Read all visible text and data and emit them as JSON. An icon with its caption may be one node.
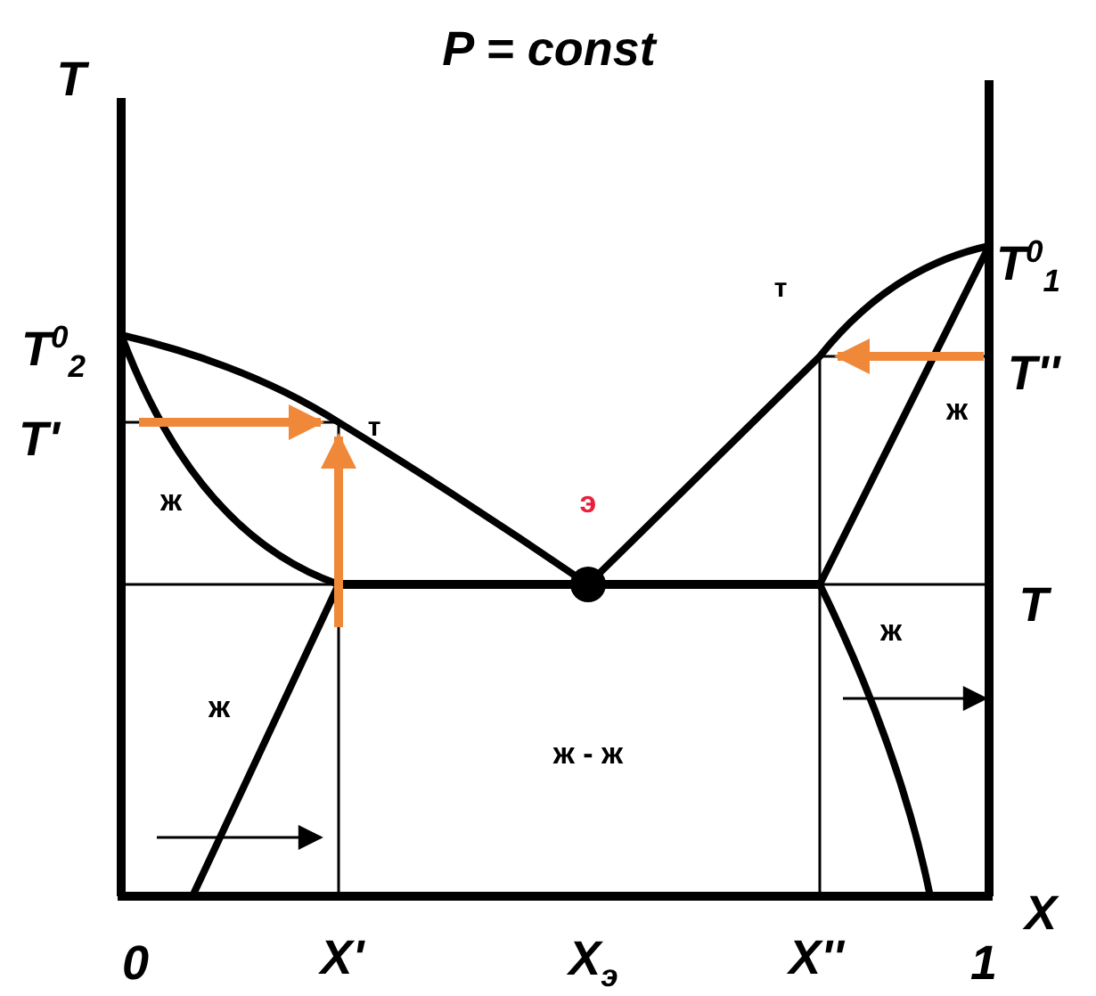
{
  "diagram": {
    "title": "P = const",
    "labels": [
      "T",
      "T$^{0}$$_{1}$",
      "T$^{0}$$_{2}$",
      "т",
      "T''",
      "т",
      "T'",
      "ж",
      "ж",
      "э",
      "T",
      "ж",
      "ж",
      "ж - ж",
      "X",
      "0",
      "X'",
      "X$_{э}$",
      "X''",
      "1"
    ]
  }
}
